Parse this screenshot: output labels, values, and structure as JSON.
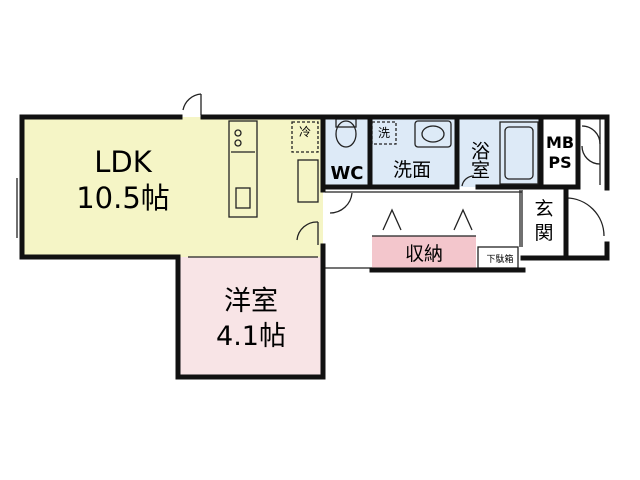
{
  "rooms": {
    "ldk": {
      "name": "LDK",
      "size": "10.5帖"
    },
    "western": {
      "name": "洋室",
      "size": "4.1帖"
    },
    "wc": {
      "name": "WC"
    },
    "washroom": {
      "name": "洗面"
    },
    "bath": {
      "name": "浴室"
    },
    "mbps": {
      "name_line1": "MB",
      "name_line2": "PS"
    },
    "entrance": {
      "name_line1": "玄",
      "name_line2": "関"
    },
    "storage": {
      "name": "収納"
    }
  },
  "fixtures": {
    "fridge_mark": "冷",
    "washer_mark": "洗",
    "shoe_box": "下駄箱"
  },
  "colors": {
    "ldk": "#f5f5c6",
    "western": "#f8e4e6",
    "wet_area": "#ddeaf7",
    "storage": "#f3c6cc",
    "wall": "#111111"
  }
}
